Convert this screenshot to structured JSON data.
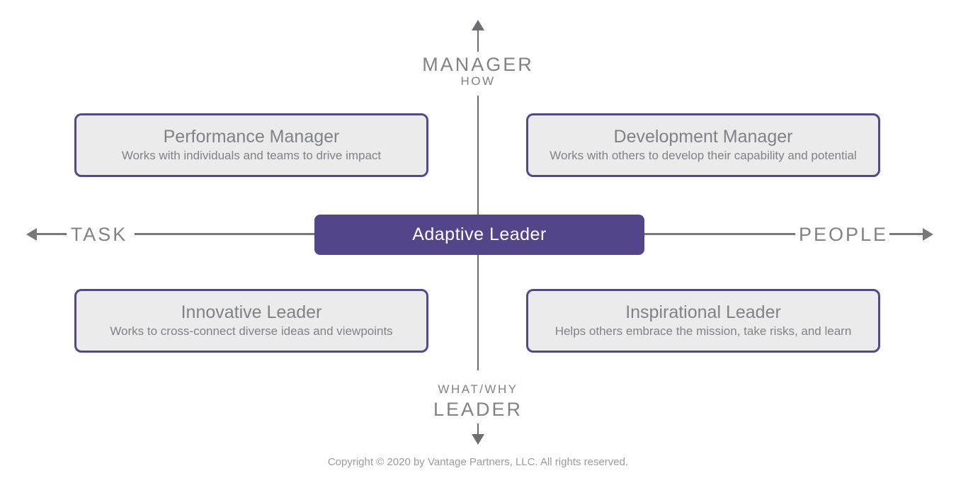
{
  "title": "Adaptive Leadership quadrant model",
  "colors": {
    "purple_border": "#54478a",
    "purple_fill": "#53458a",
    "box_fill": "#ebebec",
    "gray_text": "#808285",
    "line_gray": "#6d6e71",
    "copyright_gray": "#9b9b9b"
  },
  "axes": {
    "top": {
      "label": "MANAGER",
      "sublabel": "HOW"
    },
    "bottom": {
      "sublabel": "WHAT/WHY",
      "label": "LEADER"
    },
    "left": {
      "label": "TASK"
    },
    "right": {
      "label": "PEOPLE"
    }
  },
  "center": {
    "label": "Adaptive Leader"
  },
  "quadrants": [
    {
      "position": "top-left",
      "title": "Performance Manager",
      "description": "Works with individuals and teams to drive impact"
    },
    {
      "position": "top-right",
      "title": "Development Manager",
      "description": "Works with others to develop their capability and potential"
    },
    {
      "position": "bottom-left",
      "title": "Innovative Leader",
      "description": "Works to cross-connect diverse ideas and viewpoints"
    },
    {
      "position": "bottom-right",
      "title": "Inspirational Leader",
      "description": "Helps others embrace the mission, take risks, and learn"
    }
  ],
  "footer": {
    "copyright": "Copyright © 2020 by Vantage Partners, LLC. All rights reserved."
  }
}
